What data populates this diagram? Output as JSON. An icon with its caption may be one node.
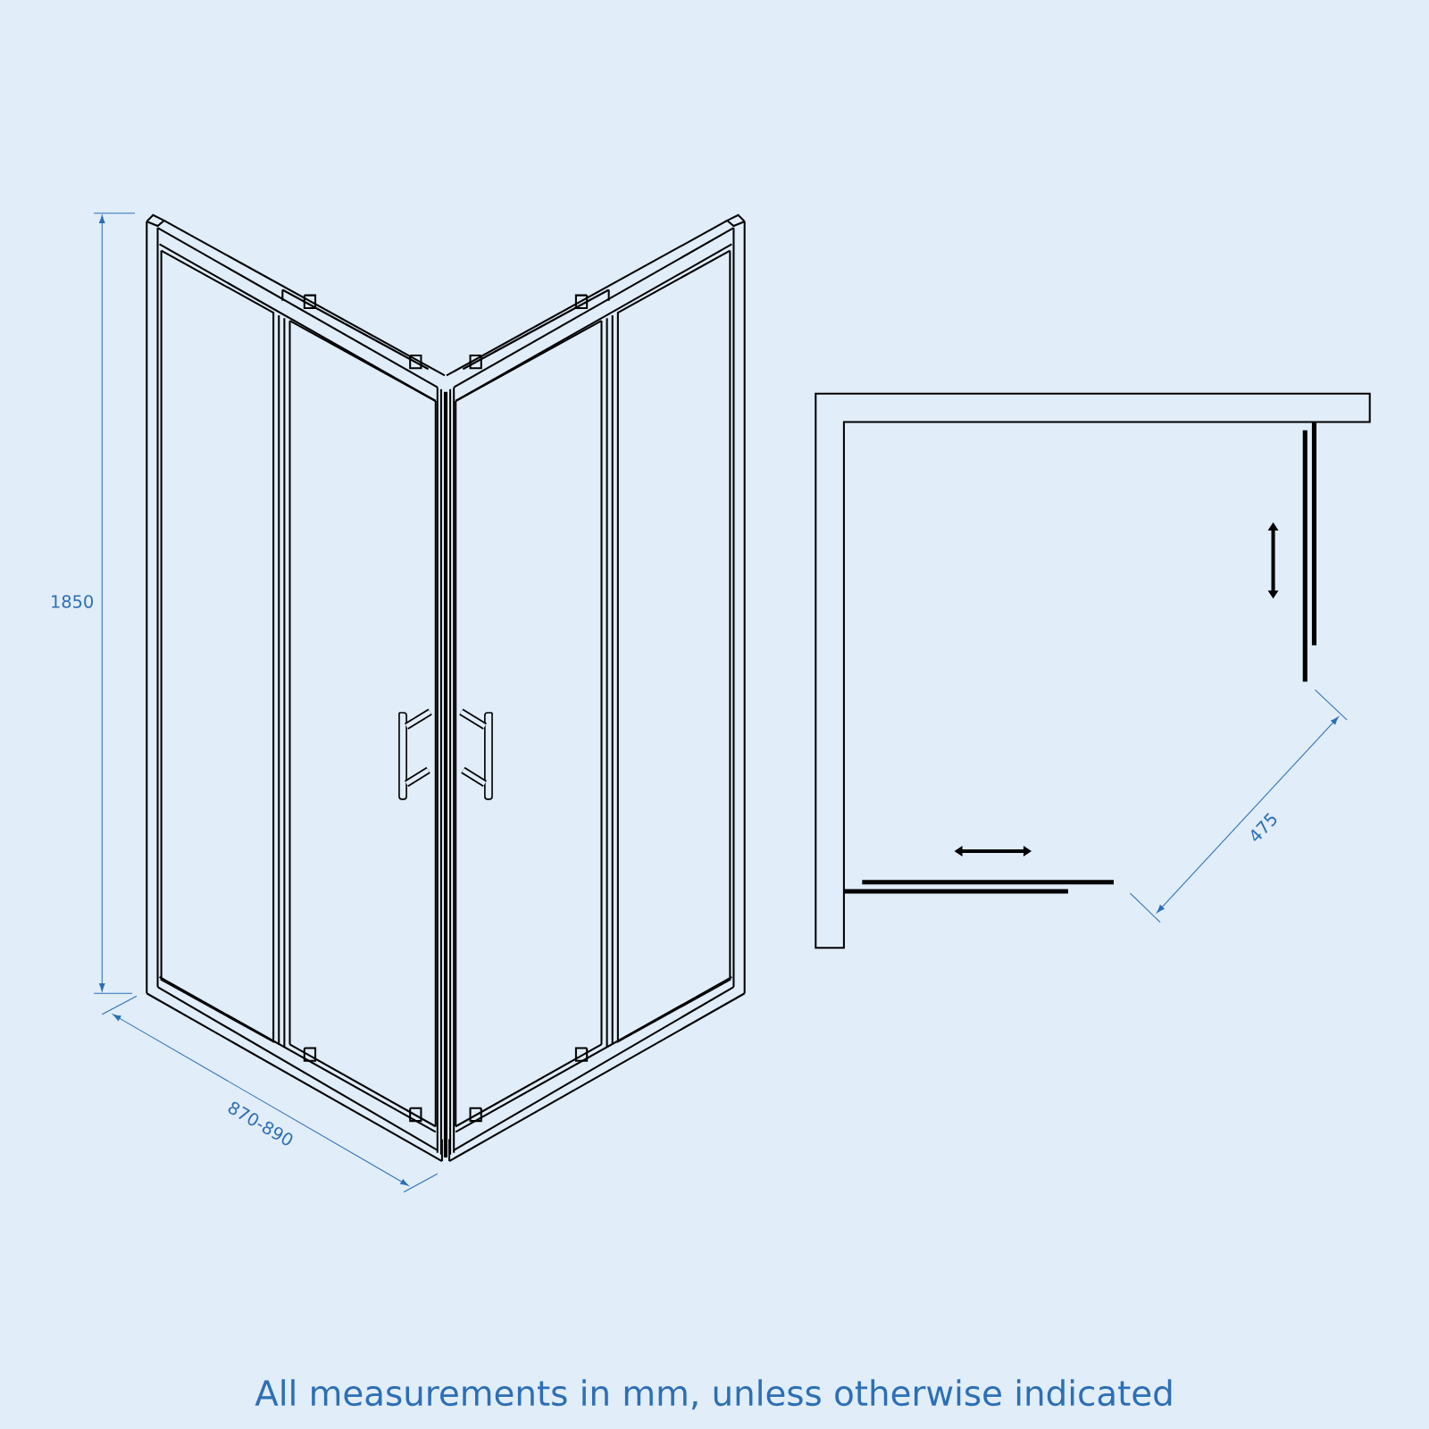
{
  "diagram": {
    "caption": "All measurements in mm, unless otherwise indicated",
    "labels": [
      "1850",
      "870-890",
      "475"
    ]
  }
}
